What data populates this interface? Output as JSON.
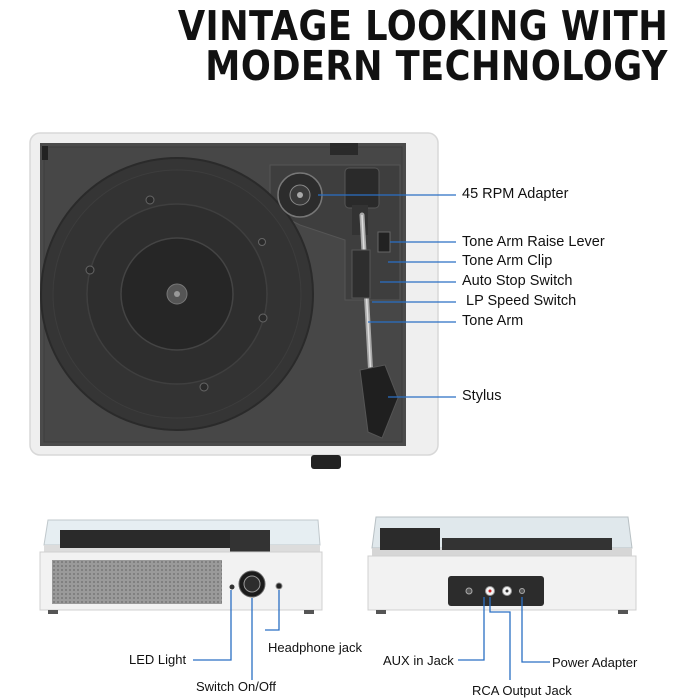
{
  "headline": {
    "line1": "VINTAGE LOOKING WITH",
    "line2": "MODERN TECHNOLOGY"
  },
  "top_callouts": {
    "adapter": "45 RPM Adapter",
    "raise_lever": "Tone Arm Raise Lever",
    "clip": "Tone Arm Clip",
    "auto_stop": "Auto Stop Switch",
    "lp_speed": "LP Speed Switch",
    "tone_arm": "Tone Arm",
    "stylus": "Stylus"
  },
  "front_callouts": {
    "led": "LED Light",
    "headphone": "Headphone jack",
    "switch": "Switch On/Off"
  },
  "back_callouts": {
    "aux": "AUX in Jack",
    "power": "Power Adapter",
    "rca": "RCA Output Jack"
  },
  "colors": {
    "callout_line": "#2a6fc4",
    "cabinet": "#eeeeee",
    "deck": "#4a4a4a",
    "platter": "#2f2f2f"
  }
}
